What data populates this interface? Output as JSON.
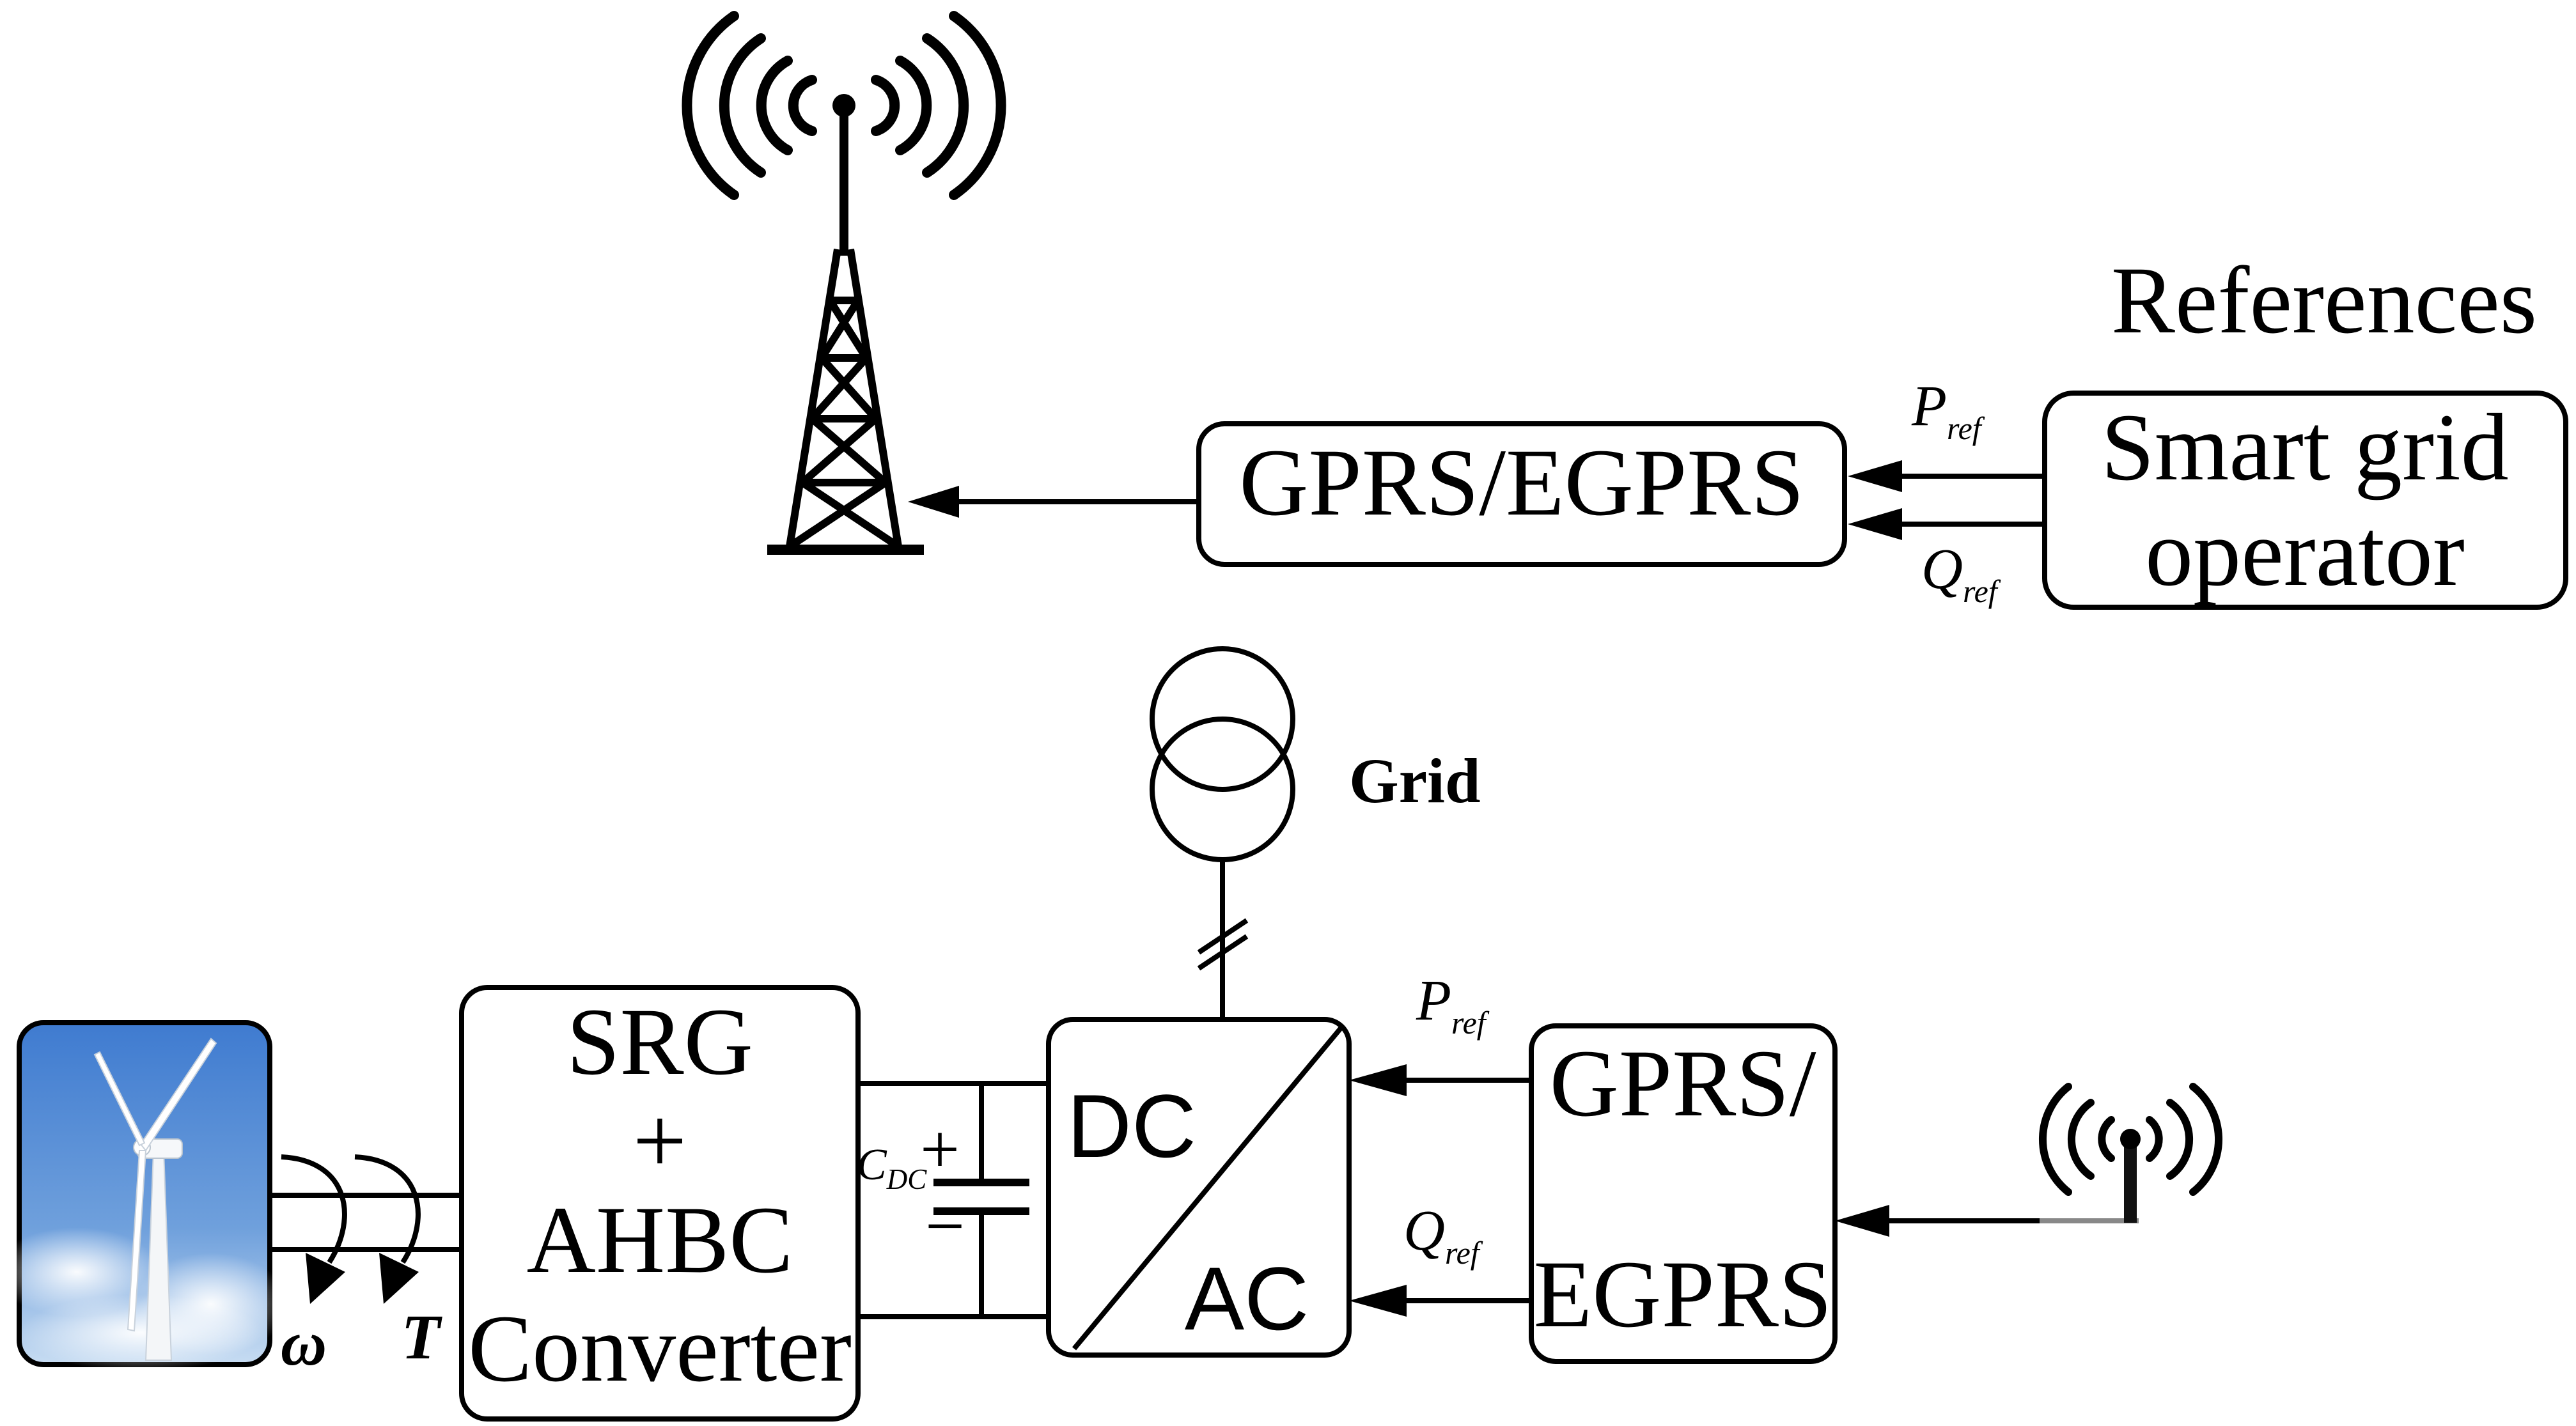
{
  "top": {
    "references_label": "References",
    "smart_grid_operator": [
      "Smart grid",
      "operator"
    ],
    "gprs_egprs_box": "GPRS/EGPRS",
    "p_ref": {
      "main": "P",
      "sub": "ref"
    },
    "q_ref": {
      "main": "Q",
      "sub": "ref"
    }
  },
  "bottom": {
    "srg_box": [
      "SRG",
      "+",
      "AHBC",
      "Converter"
    ],
    "dc_label": "DC",
    "ac_label": "AC",
    "gprs_box": [
      "GPRS/",
      "EGPRS"
    ],
    "grid_label": "Grid",
    "omega_label": "ω",
    "torque_label": "T",
    "cdc": {
      "main": "C",
      "sub": "DC"
    },
    "cap_plus": "+",
    "cap_minus": "−",
    "p_ref": {
      "main": "P",
      "sub": "ref"
    },
    "q_ref": {
      "main": "Q",
      "sub": "ref"
    }
  },
  "icons": {
    "tower": "radio-tower-icon",
    "antenna": "antenna-icon",
    "turbine": "wind-turbine-photo",
    "transformer": "transformer-icon"
  },
  "colors": {
    "line": "#000000",
    "sky_top": "#4f86cf",
    "sky_bottom": "#9ec3ea"
  }
}
